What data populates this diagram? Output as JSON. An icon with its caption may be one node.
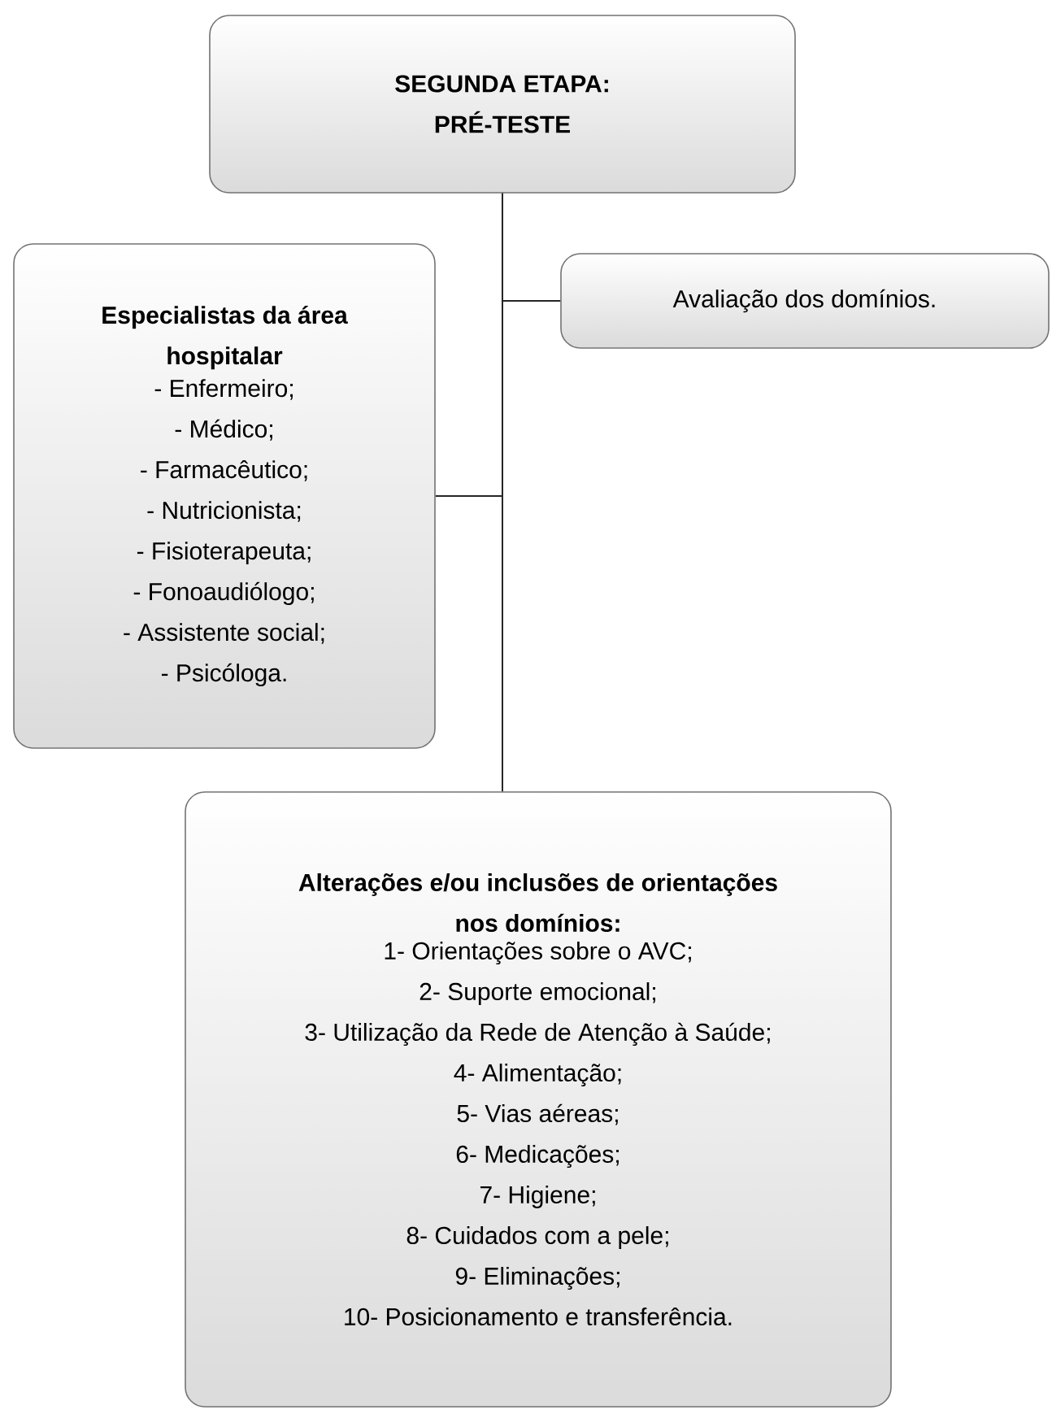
{
  "diagram": {
    "nodes": [
      {
        "text": [
          "SEGUNDA ETAPA: PRÉ-TESTE"
        ]
      },
      {
        "text": [
          "Especialistas da área hospitalar",
          "- Enfermeiro;",
          "- Médico;",
          "- Farmacêutico;",
          "- Nutricionista;",
          "- Fisioterapeuta;",
          "- Fonoaudiólogo;",
          "- Assistente social;",
          "- Psicóloga."
        ]
      },
      {
        "text": [
          "Avaliação dos domínios."
        ]
      },
      {
        "text": [
          "Alterações e/ou inclusões de orientações nos domínios:",
          "1- Orientações sobre o AVC;",
          "2- Suporte emocional;",
          "3- Utilização da Rede de Atenção à Saúde;",
          "4- Alimentação;",
          "5- Vias aéreas;",
          "6- Medicações;",
          "7- Higiene;",
          "8- Cuidados com a pele;",
          "9- Eliminações;",
          "10- Posicionamento e transferência."
        ]
      }
    ],
    "edges": [
      {
        "from": 0,
        "to": 1,
        "arrow": "none"
      },
      {
        "from": 0,
        "to": 2,
        "arrow": "none"
      },
      {
        "from": 0,
        "to": 3,
        "arrow": "none"
      }
    ]
  }
}
